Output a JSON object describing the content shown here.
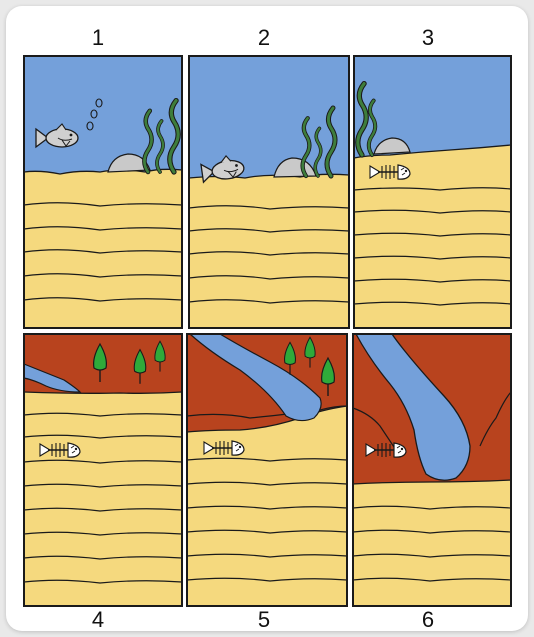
{
  "panels": [
    {
      "label": "1"
    },
    {
      "label": "2"
    },
    {
      "label": "3"
    },
    {
      "label": "4"
    },
    {
      "label": "5"
    },
    {
      "label": "6"
    }
  ],
  "colors": {
    "water": "#74a0da",
    "sand": "#f5d97e",
    "rock": "#b8431e",
    "plant": "#3e7d3c",
    "tree": "#2faa3a",
    "fossil_stone": "#c9c9c9",
    "outline": "#1a1a1a"
  }
}
